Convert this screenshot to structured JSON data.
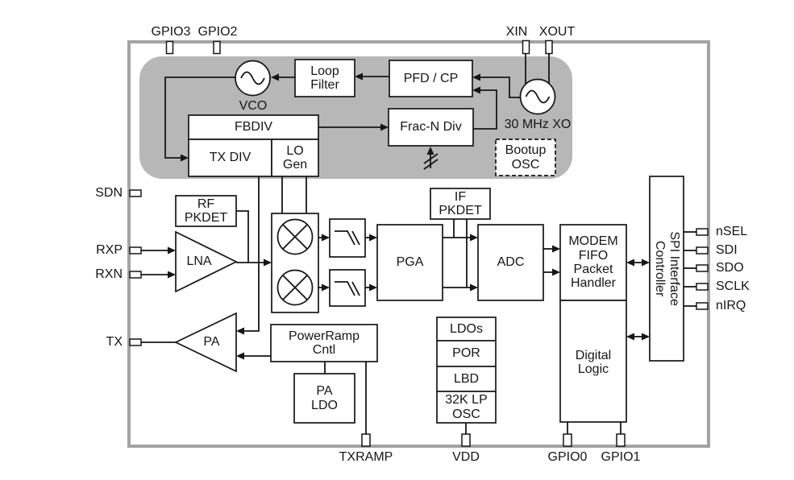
{
  "blocks": {
    "loop_filter": "Loop\nFilter",
    "pfd_cp": "PFD / CP",
    "vco": "VCO",
    "xo": "30 MHz XO",
    "fbdiv": "FBDIV",
    "tx_div": "TX DIV",
    "lo_gen": "LO\nGen",
    "frac_n_div": "Frac-N Div",
    "bootup_osc": "Bootup\nOSC",
    "rf_pkdet": "RF\nPKDET",
    "lna": "LNA",
    "pga": "PGA",
    "if_pkdet": "IF\nPKDET",
    "adc": "ADC",
    "modem": "MODEM\nFIFO\nPacket\nHandler",
    "digital_logic": "Digital\nLogic",
    "spi": "SPI Interface\nController",
    "pa": "PA",
    "powerramp_cntl": "PowerRamp\nCntl",
    "pa_ldo": "PA\nLDO",
    "ldos": "LDOs",
    "por": "POR",
    "lbd": "LBD",
    "lp_osc": "32K LP\nOSC"
  },
  "pins": {
    "gpio3": "GPIO3",
    "gpio2": "GPIO2",
    "xin": "XIN",
    "xout": "XOUT",
    "sdn": "SDN",
    "rxp": "RXP",
    "rxn": "RXN",
    "tx": "TX",
    "nsel": "nSEL",
    "sdi": "SDI",
    "sdo": "SDO",
    "sclk": "SCLK",
    "nirq": "nIRQ",
    "txramp": "TXRAMP",
    "vdd": "VDD",
    "gpio0": "GPIO0",
    "gpio1": "GPIO1"
  },
  "colors": {
    "pll_region": "#b7b7b7",
    "chip_border": "#a3a3a3",
    "line": "#161616",
    "box_fill": "#ffffff",
    "background": "#ffffff"
  }
}
